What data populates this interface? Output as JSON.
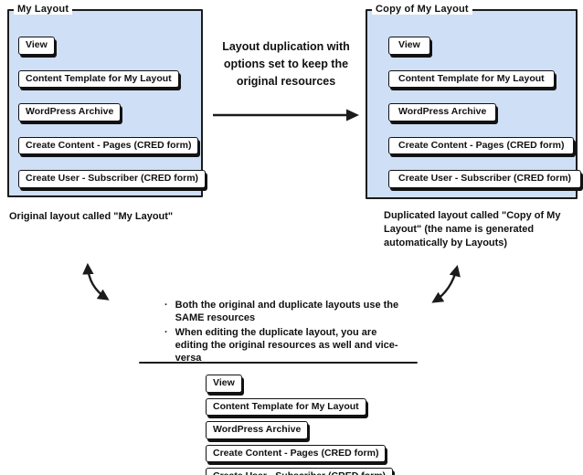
{
  "left_box": {
    "title": "My Layout",
    "buttons": [
      "View",
      "Content Template for My Layout",
      "WordPress Archive",
      "Create Content - Pages (CRED form)",
      "Create User - Subscriber (CRED form)"
    ]
  },
  "right_box": {
    "title": "Copy of My Layout",
    "buttons": [
      "View",
      "Content Template for My Layout",
      "WordPress Archive",
      "Create Content - Pages (CRED form)",
      "Create User - Subscriber (CRED form)"
    ]
  },
  "bottom": {
    "buttons": [
      "View",
      "Content Template for My Layout",
      "WordPress Archive",
      "Create Content - Pages (CRED form)",
      "Create User - Subscriber (CRED form)"
    ]
  },
  "annotation": {
    "duplication_note": "Layout duplication with options set to keep the original resources",
    "left_caption": "Original layout called \"My Layout\"",
    "right_caption": "Duplicated layout called \"Copy of My Layout\" (the name is generated automatically by Layouts)",
    "bullets": [
      "Both the original and duplicate layouts use the SAME resources",
      "When editing the duplicate layout, you are editing the original resources as well and vice-versa"
    ]
  },
  "colors": {
    "box_fill": "#cfdff5",
    "line": "#1b1b1b",
    "button_fill": "#ffffff"
  }
}
